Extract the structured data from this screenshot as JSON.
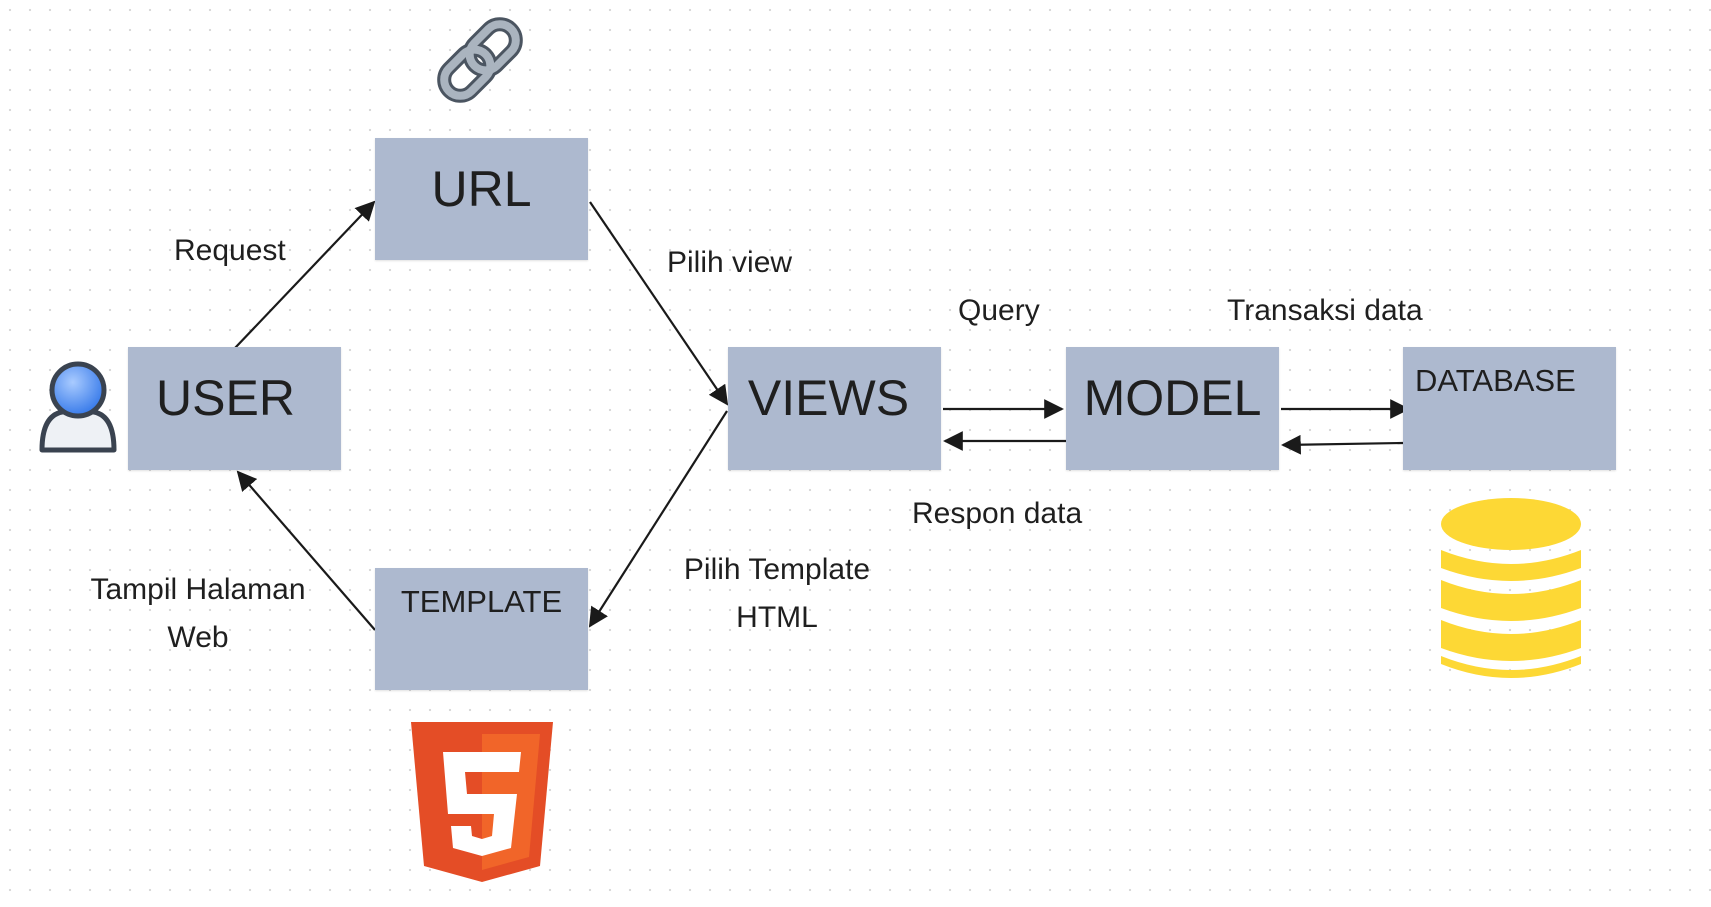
{
  "nodes": {
    "user": "USER",
    "url": "URL",
    "views": "VIEWS",
    "model": "MODEL",
    "database": "DATABASE",
    "template": "TEMPLATE"
  },
  "edges": {
    "request": "Request",
    "pilih_view": "Pilih view",
    "query": "Query",
    "transaksi_data": "Transaksi data",
    "respon_data": "Respon data",
    "pilih_template_line1": "Pilih Template",
    "pilih_template_line2": "HTML",
    "tampil_halaman_line1": "Tampil Halaman",
    "tampil_halaman_line2": "Web"
  },
  "icons": {
    "user": "user-icon",
    "link": "link-icon",
    "html5": "html5-icon",
    "database": "database-icon"
  },
  "colors": {
    "node_fill": "#adb9cf",
    "html5_orange": "#e44d26",
    "database_yellow": "#fdd835",
    "user_blue": "#4f8ff7"
  }
}
